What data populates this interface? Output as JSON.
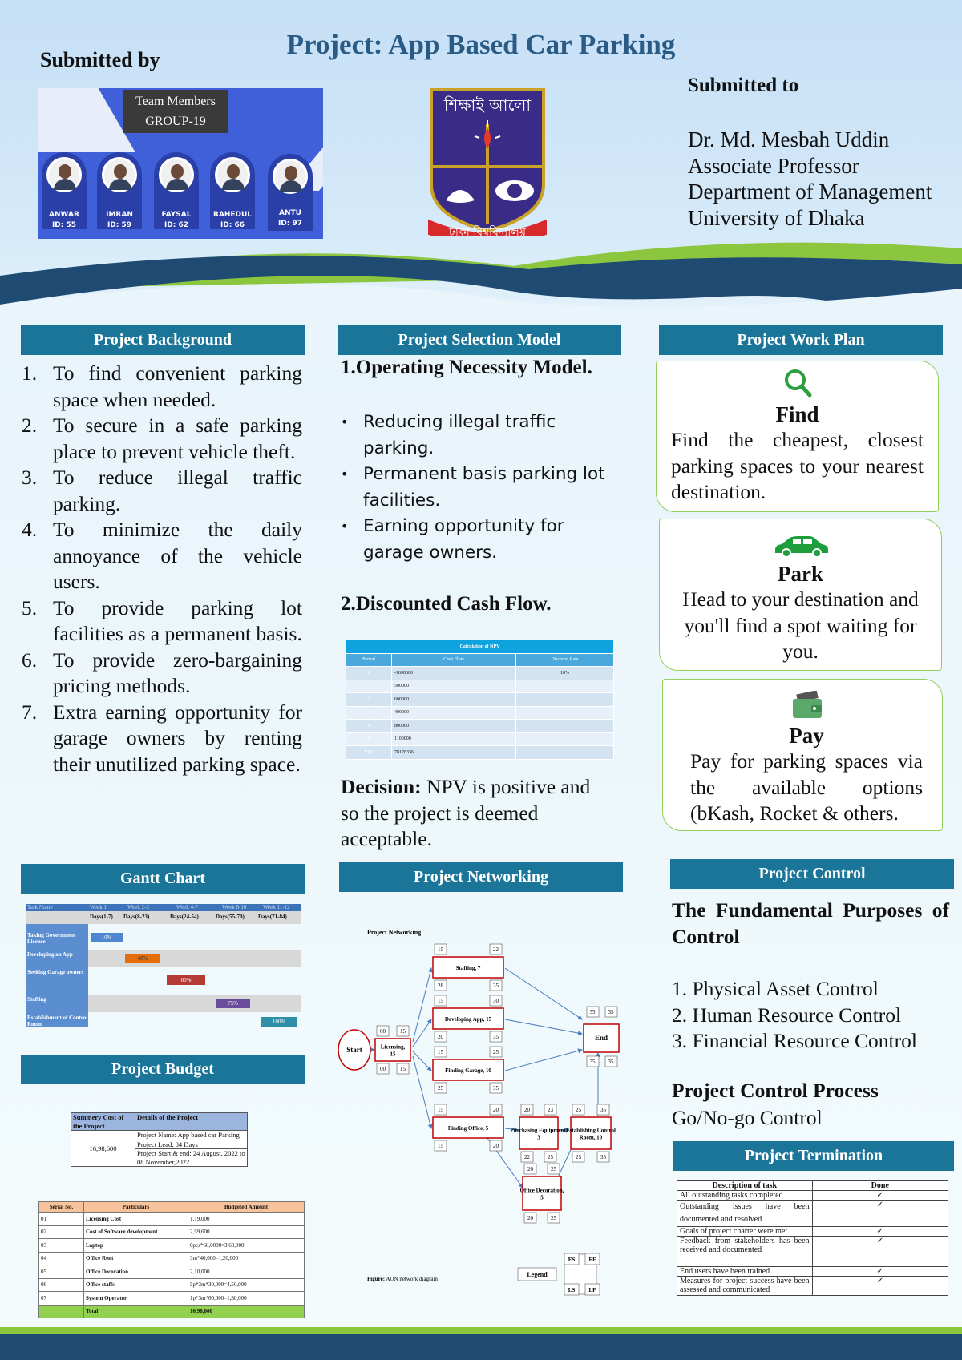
{
  "header": {
    "title": "Project: App Based Car Parking",
    "submitted_by_label": "Submitted by",
    "team_tag_line1": "Team Members",
    "team_tag_line2": "GROUP-19",
    "members": [
      {
        "name": "ANWAR",
        "id": "ID: 55"
      },
      {
        "name": "IMRAN",
        "id": "ID: 59"
      },
      {
        "name": "FAYSAL",
        "id": "ID: 62"
      },
      {
        "name": "RAHEDUL",
        "id": "ID: 66"
      },
      {
        "name": "ANTU",
        "id": "ID: 97"
      }
    ],
    "logo_text": "ঢাকা বিশ্ববিদ্যালয়",
    "logo_top_text": "শিক্ষাই আলো",
    "submitted_to_label": "Submitted to",
    "supervisor": [
      "Dr. Md. Mesbah Uddin",
      "Associate Professor",
      "Department of Management",
      "University of Dhaka"
    ]
  },
  "background": {
    "heading": "Project Background",
    "items": [
      {
        "num": "1.",
        "text": "To find convenient parking space when needed."
      },
      {
        "num": "2.",
        "text": "To secure in a safe parking place to prevent vehicle theft."
      },
      {
        "num": "3.",
        "text": "To reduce illegal traffic parking."
      },
      {
        "num": "4.",
        "text": "To minimize the daily annoyance of the vehicle users."
      },
      {
        "num": "5.",
        "text": "To provide parking lot facilities as a permanent basis."
      },
      {
        "num": "6.",
        "text": "To provide zero-bargaining pricing methods."
      },
      {
        "num": "7.",
        "text": "Extra earning opportunity for garage owners by renting their unutilized parking space."
      }
    ]
  },
  "selection": {
    "heading": "Project Selection Model",
    "model1": "1.Operating Necessity Model.",
    "bullets": [
      "Reducing illegal traffic parking.",
      "Permanent basis parking lot facilities.",
      "Earning opportunity for garage owners."
    ],
    "model2": "2.Discounted Cash Flow.",
    "npv_caption": "Calculation of NPV",
    "npv_headers": [
      "Period",
      "Cash Flow",
      "Discount Rate"
    ],
    "npv_rows": [
      {
        "period": "0",
        "cash": "-1698600",
        "rate": "10%"
      },
      {
        "period": "1",
        "cash": "500000",
        "rate": ""
      },
      {
        "period": "2",
        "cash": "600000",
        "rate": ""
      },
      {
        "period": "3",
        "cash": "400000",
        "rate": ""
      },
      {
        "period": "4",
        "cash": "800000",
        "rate": ""
      },
      {
        "period": "5",
        "cash": "1100000",
        "rate": ""
      },
      {
        "period": "NPV",
        "cash": "78176336",
        "rate": ""
      }
    ],
    "decision_label": "Decision:",
    "decision_text": " NPV is positive and so the project is deemed acceptable."
  },
  "workplan": {
    "heading": "Project  Work Plan",
    "cards": [
      {
        "icon": "search-icon",
        "title": "Find",
        "text": "Find the cheapest, closest parking spaces to your nearest destination."
      },
      {
        "icon": "car-icon",
        "title": "Park",
        "text": "Head to your destination and you'll find a spot waiting for you."
      },
      {
        "icon": "wallet-icon",
        "title": "Pay",
        "text": "Pay for parking spaces via the available options (bKash, Rocket & others."
      }
    ],
    "accent": "#92cf5b"
  },
  "gantt": {
    "heading": "Gantt Chart",
    "columns": [
      "Task Name",
      "Week 1",
      "Week 2-3",
      "Week 4-7",
      "Week 8-10",
      "Week 11-12"
    ],
    "days": [
      "Days(1-7)",
      "Days(8-23)",
      "Days(24-54)",
      "Days(55-70)",
      "Days(71-84)"
    ],
    "tasks": [
      {
        "name": "Taking Government License",
        "pct": "10%",
        "color": "#4f86d0"
      },
      {
        "name": "Developing an App",
        "pct": "40%",
        "color": "#e46c0a"
      },
      {
        "name": "Seeking Garage owners",
        "pct": "60%",
        "color": "#b23b35"
      },
      {
        "name": "Staffing",
        "pct": "75%",
        "color": "#6a4c9c"
      },
      {
        "name": "Establishment of Control Room",
        "pct": "100%",
        "color": "#2f8fa8"
      }
    ]
  },
  "budget": {
    "heading": "Project Budget",
    "summary_headers": [
      "Summery Cost of the Project",
      "Details of the Project"
    ],
    "summary_cost": "16,98,600",
    "summary_details": [
      "Project Name: App based car Parking",
      "Project Lead: 84 Days",
      "Project Start & end: 24 August, 2022 to 08 November,2022"
    ],
    "headers": [
      "Serial No.",
      "Particulars",
      "Budgeted Amount"
    ],
    "rows": [
      {
        "sn": "01",
        "item": "Licensing Cost",
        "amt": "1,19,000"
      },
      {
        "sn": "02",
        "item": "Cost of Software development",
        "amt": "2,59,600"
      },
      {
        "sn": "03",
        "item": "Laptop",
        "amt": "6pcs*60,0000=3,60,000"
      },
      {
        "sn": "04",
        "item": "Office Rent",
        "amt": "3m*40,000=1,20,000"
      },
      {
        "sn": "05",
        "item": "Office Decoration",
        "amt": "2,10,000"
      },
      {
        "sn": "06",
        "item": "Office staffs",
        "amt": "5p*3m*30,000=4,50,000"
      },
      {
        "sn": "07",
        "item": "System Operator",
        "amt": "1p*3m*60,000=1,80,000"
      }
    ],
    "total_label": "Total",
    "total": "16,98,600"
  },
  "networking": {
    "heading": "Project Networking",
    "diagram_title": "Project Networking",
    "figure_label": "Figure:",
    "figure_caption": " AON network diagram",
    "start": "Start",
    "end": "End",
    "legend": "Legend",
    "legend_keys": [
      "ES",
      "EF",
      "LS",
      "LF"
    ],
    "nodes": [
      {
        "label": "Licensing, 15",
        "es": "00",
        "ef": "15",
        "ls": "00",
        "lf": "15"
      },
      {
        "label": "Staffing, 7",
        "es": "15",
        "ef": "22",
        "ls": "28",
        "lf": "35"
      },
      {
        "label": "Developing App, 15",
        "es": "15",
        "ef": "30",
        "ls": "20",
        "lf": "35"
      },
      {
        "label": "Finding Garage, 10",
        "es": "15",
        "ef": "25",
        "ls": "25",
        "lf": "35"
      },
      {
        "label": "Finding Office, 5",
        "es": "15",
        "ef": "20",
        "ls": "15",
        "lf": "20"
      },
      {
        "label": "Purchasing Equipment, 3",
        "es": "20",
        "ef": "23",
        "ls": "22",
        "lf": "25"
      },
      {
        "label": "Office Decoration, 5",
        "es": "20",
        "ef": "25",
        "ls": "20",
        "lf": "25"
      },
      {
        "label": "Establishing Control Room, 10",
        "es": "25",
        "ef": "35",
        "ls": "25",
        "lf": "35"
      }
    ],
    "end_times": {
      "es": "35",
      "ef": "35",
      "ls": "35",
      "lf": "35"
    }
  },
  "control": {
    "heading": "Project Control",
    "purposes_title": "The Fundamental Purposes of Control",
    "items": [
      "1. Physical Asset Control",
      "2. Human Resource Control",
      "3. Financial Resource Control"
    ],
    "process_title": "Project Control Process",
    "process": "Go/No-go Control"
  },
  "termination": {
    "heading": "Project Termination",
    "headers": [
      "Description of task",
      "Done"
    ],
    "rows": [
      {
        "task": "All outstanding tasks completed",
        "done": "✓"
      },
      {
        "task": "Outstanding issues have been documented and resolved",
        "done": "✓"
      },
      {
        "task": "Goals of project charter were met",
        "done": "✓"
      },
      {
        "task": "Feedback from stakeholders has been received and documented",
        "done": "✓"
      },
      {
        "task": "End users have been trained",
        "done": "✓"
      },
      {
        "task": "Measures for project success have been assessed and communicated",
        "done": "✓"
      }
    ]
  },
  "colors": {
    "section_header": "#1a7599",
    "title": "#2a5b85",
    "footer": "#1f4b73",
    "footer_accent": "#8cc63f"
  }
}
